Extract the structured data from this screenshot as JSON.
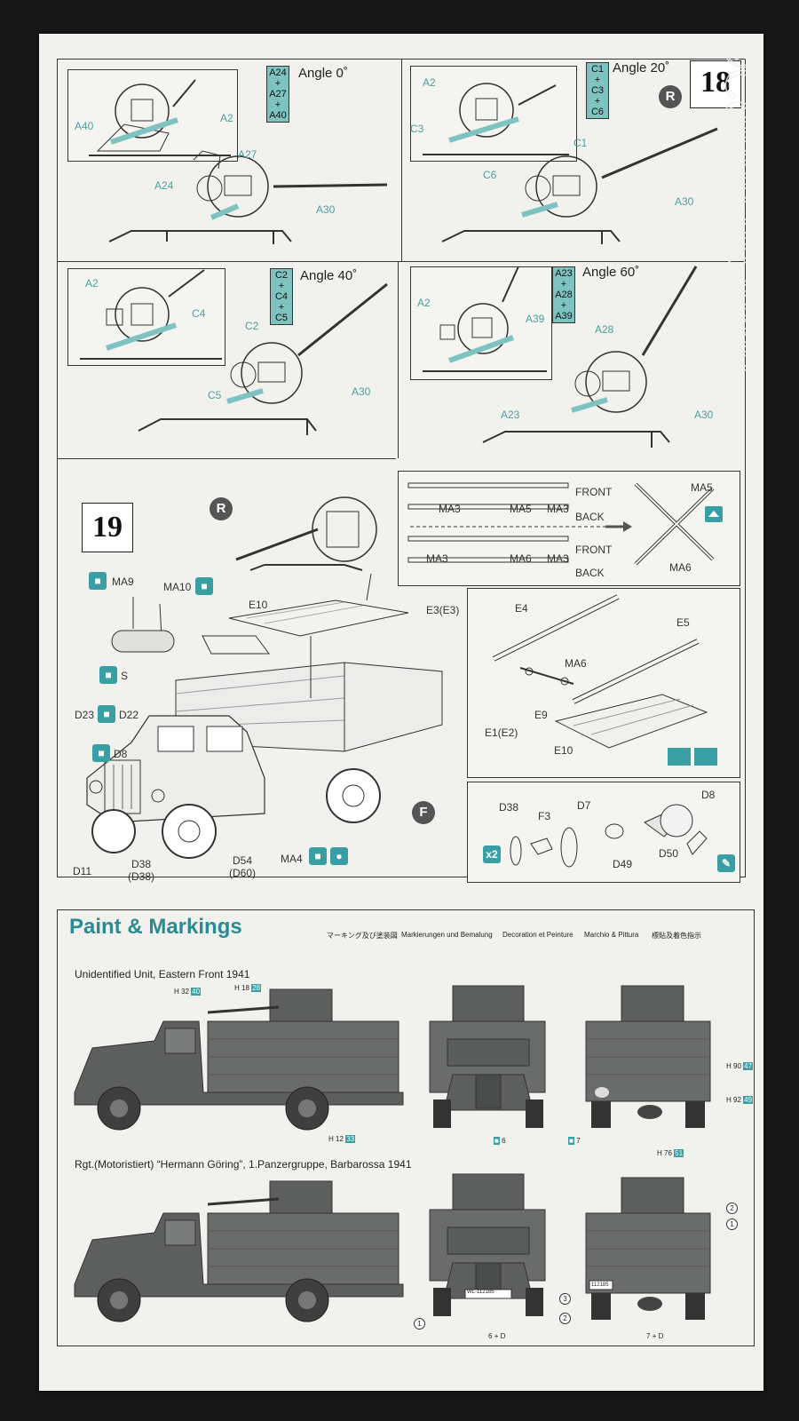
{
  "watermark": "©Coisas do lamy",
  "step18": {
    "number": "18",
    "panels": [
      {
        "angle": "Angle 0˚",
        "parts": [
          "A24",
          "+",
          "A27",
          "+",
          "A40"
        ],
        "labels": [
          "A40",
          "A2",
          "A27",
          "A24",
          "A30"
        ]
      },
      {
        "angle": "Angle 20˚",
        "parts": [
          "C1",
          "+",
          "C3",
          "+",
          "C6"
        ],
        "labels": [
          "A2",
          "C3",
          "C1",
          "C6",
          "A30"
        ]
      },
      {
        "angle": "Angle 40˚",
        "parts": [
          "C2",
          "+",
          "C4",
          "+",
          "C5"
        ],
        "labels": [
          "A2",
          "C4",
          "C2",
          "C5",
          "A30"
        ]
      },
      {
        "angle": "Angle 60˚",
        "parts": [
          "A23",
          "+",
          "A28",
          "+",
          "A39"
        ],
        "labels": [
          "A2",
          "A39",
          "A28",
          "A23",
          "A30"
        ]
      }
    ],
    "badge": "R"
  },
  "step19": {
    "number": "19",
    "badge_r": "R",
    "badge_f": "F",
    "main_labels": {
      "ma9": "MA9",
      "ma10": "MA10",
      "s": "S",
      "e10": "E10",
      "e3": "E3(E3)",
      "d23": "D23",
      "d22": "D22",
      "d8": "D8",
      "d11": "D11",
      "d38": "D38",
      "d38b": "(D38)",
      "d54": "D54",
      "d60": "(D60)",
      "ma4": "MA4"
    },
    "rack_labels": {
      "front1": "FRONT",
      "back1": "BACK",
      "front2": "FRONT",
      "back2": "BACK",
      "ma3a": "MA3",
      "ma5a": "MA5",
      "ma3b": "MA3",
      "ma3c": "MA3",
      "ma6a": "MA6",
      "ma3d": "MA3",
      "ma5b": "MA5",
      "ma6b": "MA6"
    },
    "bed_labels": {
      "e4": "E4",
      "e5": "E5",
      "ma6": "MA6",
      "e9": "E9",
      "e1": "E1(E2)",
      "e10": "E10"
    },
    "light_labels": {
      "d38": "D38",
      "f3": "F3",
      "d7": "D7",
      "d8": "D8",
      "d49": "D49",
      "d50": "D50",
      "x2": "x2"
    }
  },
  "paint": {
    "title": "Paint & Markings",
    "translations": [
      "マーキング及び塗装図",
      "Markierungen und Bemalung",
      "Decoration et Peinture",
      "Marchio & Pittura",
      "標貼及着色指示"
    ],
    "scheme1": {
      "caption": "Unidentified Unit, Eastern Front 1941",
      "marks": [
        {
          "h": "H",
          "a": "32",
          "b": "40"
        },
        {
          "h": "H",
          "a": "18",
          "b": "28"
        },
        {
          "h": "H",
          "a": "12",
          "b": "33"
        },
        {
          "h": "H",
          "a": "90",
          "b": "47"
        },
        {
          "h": "H",
          "a": "92",
          "b": "49"
        },
        {
          "h": "H",
          "a": "76",
          "b": "51"
        }
      ],
      "decal_front": "6",
      "decal_rear": "7"
    },
    "scheme2": {
      "caption": "Rgt.(Motoristiert) “Hermann Göring”, 1.Panzergruppe, Barbarossa 1941",
      "plate_front": "WL-112185",
      "plate_rear": "112185",
      "front_callouts": [
        "1",
        "2",
        "3"
      ],
      "front_bottom": [
        "6",
        "+",
        "D"
      ],
      "rear_callouts": [
        "1",
        "2"
      ],
      "rear_bottom": [
        "7",
        "+",
        "D"
      ]
    }
  }
}
